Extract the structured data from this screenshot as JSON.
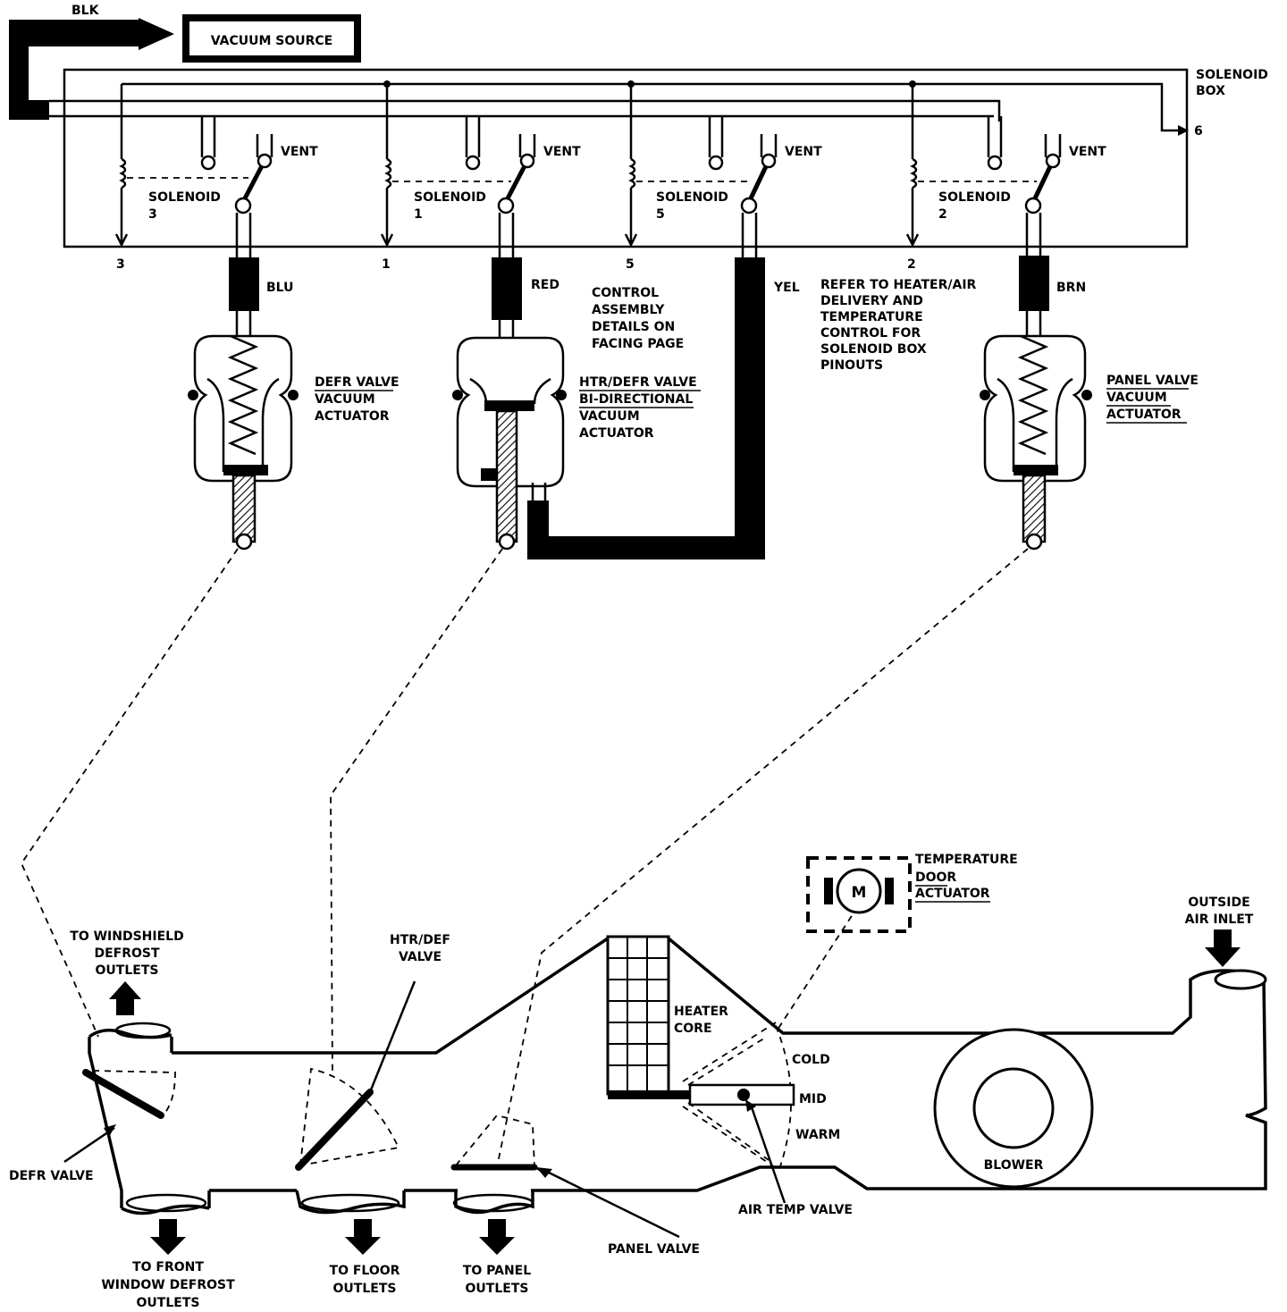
{
  "vacuum_source": {
    "wire": "BLK",
    "label": "VACUUM SOURCE"
  },
  "solenoid_box": {
    "label_line1": "SOLENOID",
    "label_line2": "BOX",
    "pin6": "6"
  },
  "solenoids": [
    {
      "word": "SOLENOID",
      "num": "3",
      "pin": "3",
      "vent": "VENT",
      "wire": "BLU"
    },
    {
      "word": "SOLENOID",
      "num": "1",
      "pin": "1",
      "vent": "VENT",
      "wire": "RED"
    },
    {
      "word": "SOLENOID",
      "num": "5",
      "pin": "5",
      "vent": "VENT",
      "wire": "YEL"
    },
    {
      "word": "SOLENOID",
      "num": "2",
      "pin": "2",
      "vent": "VENT",
      "wire": "BRN"
    }
  ],
  "notes": {
    "control_assembly": [
      "CONTROL",
      "ASSEMBLY",
      "DETAILS ON",
      "FACING PAGE"
    ],
    "refer": [
      "REFER TO HEATER/AIR",
      "DELIVERY AND",
      "TEMPERATURE",
      "CONTROL FOR",
      "SOLENOID BOX",
      "PINOUTS"
    ]
  },
  "actuators": {
    "defr": [
      "DEFR VALVE",
      "VACUUM",
      "ACTUATOR"
    ],
    "htr_defr": [
      "HTR/DEFR VALVE",
      "BI-DIRECTIONAL",
      "VACUUM",
      "ACTUATOR"
    ],
    "panel": [
      "PANEL VALVE",
      "VACUUM",
      "ACTUATOR"
    ]
  },
  "temp_door": {
    "motor": "M",
    "label": [
      "TEMPERATURE",
      "DOOR",
      "ACTUATOR"
    ]
  },
  "duct": {
    "windshield": [
      "TO WINDSHIELD",
      "DEFROST",
      "OUTLETS"
    ],
    "defr_valve": "DEFR VALVE",
    "htr_def_valve": [
      "HTR/DEF",
      "VALVE"
    ],
    "heater_core": [
      "HEATER",
      "CORE"
    ],
    "cold": "COLD",
    "mid": "MID",
    "warm": "WARM",
    "outside_air": [
      "OUTSIDE",
      "AIR INLET"
    ],
    "blower": "BLOWER",
    "air_temp_valve": "AIR TEMP VALVE",
    "panel_valve": "PANEL VALVE",
    "front_window": [
      "TO FRONT",
      "WINDOW DEFROST",
      "OUTLETS"
    ],
    "floor": [
      "TO FLOOR",
      "OUTLETS"
    ],
    "panel_outlets": [
      "TO PANEL",
      "OUTLETS"
    ]
  }
}
